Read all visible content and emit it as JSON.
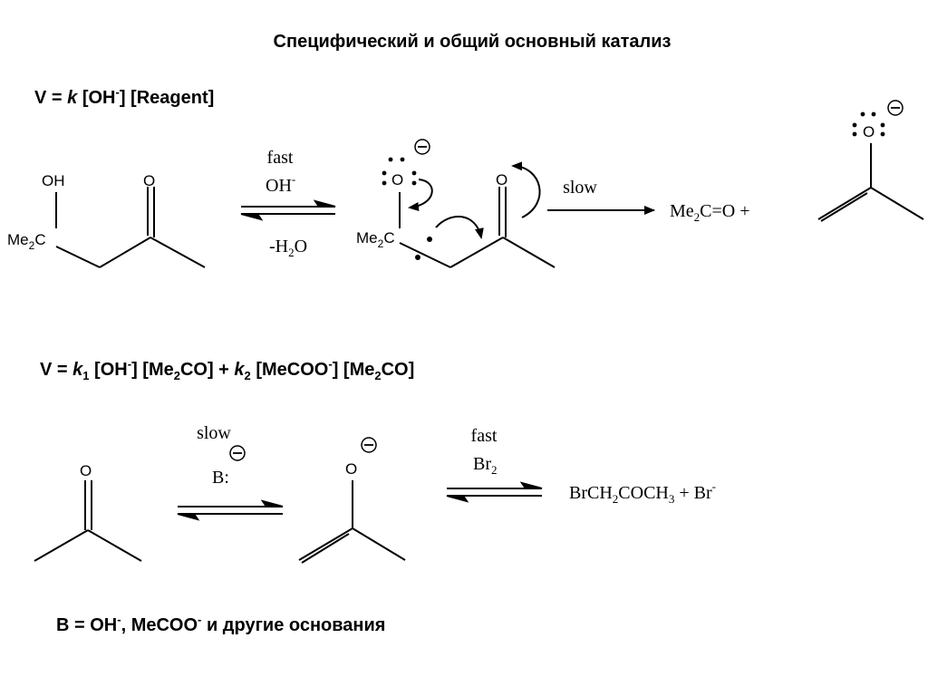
{
  "slide": {
    "title": "Специфический и общий основный катализ",
    "rate1": {
      "v": "V = ",
      "k": "k",
      "oh": " [OH",
      "sup_minus": "-",
      "rest": "] [Reagent]"
    },
    "rate2": {
      "v": "V = ",
      "k1": "k",
      "k1_sub": "1",
      "oh": " [OH",
      "oh_sup": "-",
      "me2co_open": "] [Me",
      "sub2": "2",
      "co_close": "CO]  +  ",
      "k2": "k",
      "k2_sub": "2",
      "mecoo": " [MeCOO",
      "mecoo_sup": "-",
      "me2co2_open": "] [Me",
      "sub2b": "2",
      "co_close2": "CO]"
    },
    "footer": {
      "b_eq": "B = OH",
      "sup1": "-",
      "mid": ", MeCOO",
      "sup2": "-",
      "tail": " и другие основания"
    },
    "scheme1": {
      "oh_label": "OH",
      "o_label": "O",
      "me2c": "Me",
      "me2c_sub": "2",
      "me2c_c": "C",
      "fast": "fast",
      "oh_reagent": "OH",
      "oh_reagent_sup": "-",
      "minus_h2o_pre": "-H",
      "minus_h2o_sub": "2",
      "minus_h2o_post": "O",
      "alkoxide_o": "O",
      "ketone_o": "O",
      "slow": "slow",
      "product_pre": "Me",
      "product_sub": "2",
      "product_post": "C=O  +",
      "enolate_o": "O",
      "charge": "−"
    },
    "scheme2": {
      "ketone_o": "O",
      "slow": "slow",
      "base": "B:",
      "enolate_o": "O",
      "fast": "fast",
      "br2_pre": "Br",
      "br2_sub": "2",
      "prod_a": "BrCH",
      "prod_sub2": "2",
      "prod_b": "COCH",
      "prod_sub3": "3",
      "prod_c": "  +  Br",
      "prod_sup": "-",
      "charge": "−"
    }
  }
}
